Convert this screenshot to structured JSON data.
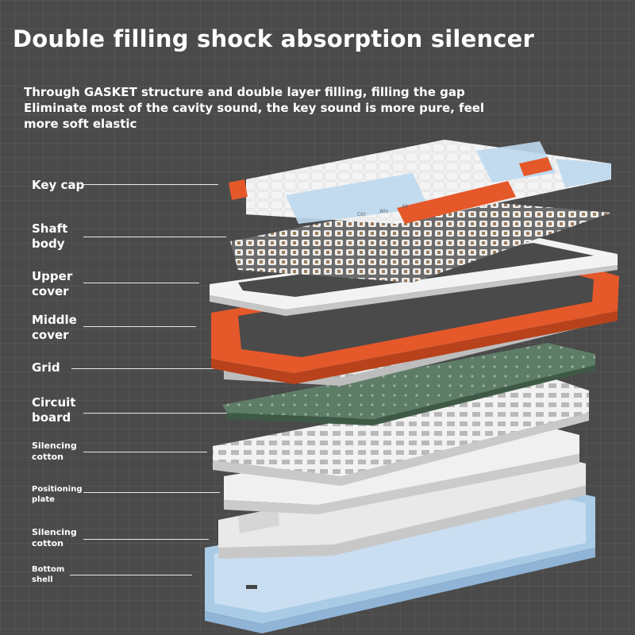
{
  "title": "Double filling shock absorption silencer",
  "subtitle": {
    "line1": "Through GASKET structure and double layer filling, filling the gap",
    "line2": "Eliminate most of the cavity sound, the key sound is more pure, feel",
    "line3": "more soft elastic"
  },
  "labels": {
    "keycap": "Key cap",
    "shaft_body": "Shaft\nbody",
    "upper_cover": "Upper\ncover",
    "middle_cover": "Middle\ncover",
    "grid": "Grid",
    "circuit_board": "Circuit\nboard",
    "silencing_cotton_1": "Silencing\ncotton",
    "positioning_plate": "Positioning\nplate",
    "silencing_cotton_2": "Silencing\ncotton",
    "bottom_shell": "Bottom\nshell"
  },
  "keycap_legends": {
    "ctrl": "Ctrl",
    "win": "Win",
    "alt": "Alt"
  },
  "colors": {
    "background": "#4a4a4a",
    "accent_orange": "#e5582a",
    "keycap_blue": "#bcd8ee",
    "keycap_white": "#f1f1f1",
    "pcb_green": "#5e7d66",
    "shell_blue": "#a9cbe6"
  }
}
